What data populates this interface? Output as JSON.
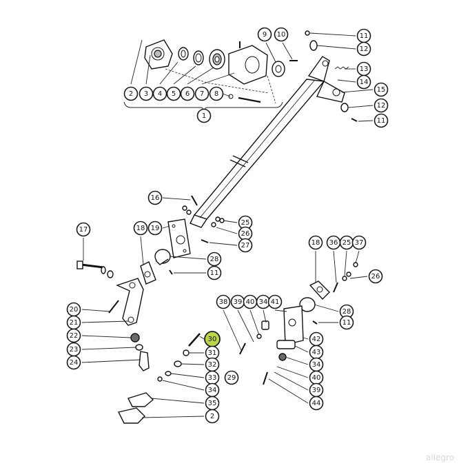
{
  "diagram": {
    "callouts": [
      {
        "id": "c2a",
        "label": "2",
        "highlight": false
      },
      {
        "id": "c3",
        "label": "3",
        "highlight": false
      },
      {
        "id": "c4",
        "label": "4",
        "highlight": false
      },
      {
        "id": "c5",
        "label": "5",
        "highlight": false
      },
      {
        "id": "c6",
        "label": "6",
        "highlight": false
      },
      {
        "id": "c7",
        "label": "7",
        "highlight": false
      },
      {
        "id": "c8",
        "label": "8",
        "highlight": false
      },
      {
        "id": "c1",
        "label": "1",
        "highlight": false
      },
      {
        "id": "c9",
        "label": "9",
        "highlight": false
      },
      {
        "id": "c10",
        "label": "10",
        "highlight": false
      },
      {
        "id": "c11a",
        "label": "11",
        "highlight": false
      },
      {
        "id": "c12a",
        "label": "12",
        "highlight": false
      },
      {
        "id": "c13",
        "label": "13",
        "highlight": false
      },
      {
        "id": "c14",
        "label": "14",
        "highlight": false
      },
      {
        "id": "c15",
        "label": "15",
        "highlight": false
      },
      {
        "id": "c12b",
        "label": "12",
        "highlight": false
      },
      {
        "id": "c11b",
        "label": "11",
        "highlight": false
      },
      {
        "id": "c16",
        "label": "16",
        "highlight": false
      },
      {
        "id": "c25a",
        "label": "25",
        "highlight": false
      },
      {
        "id": "c26a",
        "label": "26",
        "highlight": false
      },
      {
        "id": "c27",
        "label": "27",
        "highlight": false
      },
      {
        "id": "c17",
        "label": "17",
        "highlight": false
      },
      {
        "id": "c18a",
        "label": "18",
        "highlight": false
      },
      {
        "id": "c19",
        "label": "19",
        "highlight": false
      },
      {
        "id": "c28a",
        "label": "28",
        "highlight": false
      },
      {
        "id": "c11c",
        "label": "11",
        "highlight": false
      },
      {
        "id": "c18b",
        "label": "18",
        "highlight": false
      },
      {
        "id": "c36",
        "label": "36",
        "highlight": false
      },
      {
        "id": "c25b",
        "label": "25",
        "highlight": false
      },
      {
        "id": "c37",
        "label": "37",
        "highlight": false
      },
      {
        "id": "c26b",
        "label": "26",
        "highlight": false
      },
      {
        "id": "c28b",
        "label": "28",
        "highlight": false
      },
      {
        "id": "c11d",
        "label": "11",
        "highlight": false
      },
      {
        "id": "c20",
        "label": "20",
        "highlight": false
      },
      {
        "id": "c21",
        "label": "21",
        "highlight": false
      },
      {
        "id": "c22",
        "label": "22",
        "highlight": false
      },
      {
        "id": "c23",
        "label": "23",
        "highlight": false
      },
      {
        "id": "c24",
        "label": "24",
        "highlight": false
      },
      {
        "id": "c38",
        "label": "38",
        "highlight": false
      },
      {
        "id": "c39a",
        "label": "39",
        "highlight": false
      },
      {
        "id": "c40a",
        "label": "40",
        "highlight": false
      },
      {
        "id": "c34a",
        "label": "34",
        "highlight": false
      },
      {
        "id": "c41",
        "label": "41",
        "highlight": false
      },
      {
        "id": "c42",
        "label": "42",
        "highlight": false
      },
      {
        "id": "c43",
        "label": "43",
        "highlight": false
      },
      {
        "id": "c34b",
        "label": "34",
        "highlight": false
      },
      {
        "id": "c40b",
        "label": "40",
        "highlight": false
      },
      {
        "id": "c39b",
        "label": "39",
        "highlight": false
      },
      {
        "id": "c44",
        "label": "44",
        "highlight": false
      },
      {
        "id": "c30",
        "label": "30",
        "highlight": true
      },
      {
        "id": "c31",
        "label": "31",
        "highlight": false
      },
      {
        "id": "c32",
        "label": "32",
        "highlight": false
      },
      {
        "id": "c33",
        "label": "33",
        "highlight": false
      },
      {
        "id": "c29",
        "label": "29",
        "highlight": false
      },
      {
        "id": "c34c",
        "label": "34",
        "highlight": false
      },
      {
        "id": "c35",
        "label": "35",
        "highlight": false
      },
      {
        "id": "c2b",
        "label": "2",
        "highlight": false
      }
    ],
    "watermark": "allegro"
  },
  "colors": {
    "highlight": "#b9d64a",
    "ink": "#111111",
    "background": "#ffffff"
  }
}
